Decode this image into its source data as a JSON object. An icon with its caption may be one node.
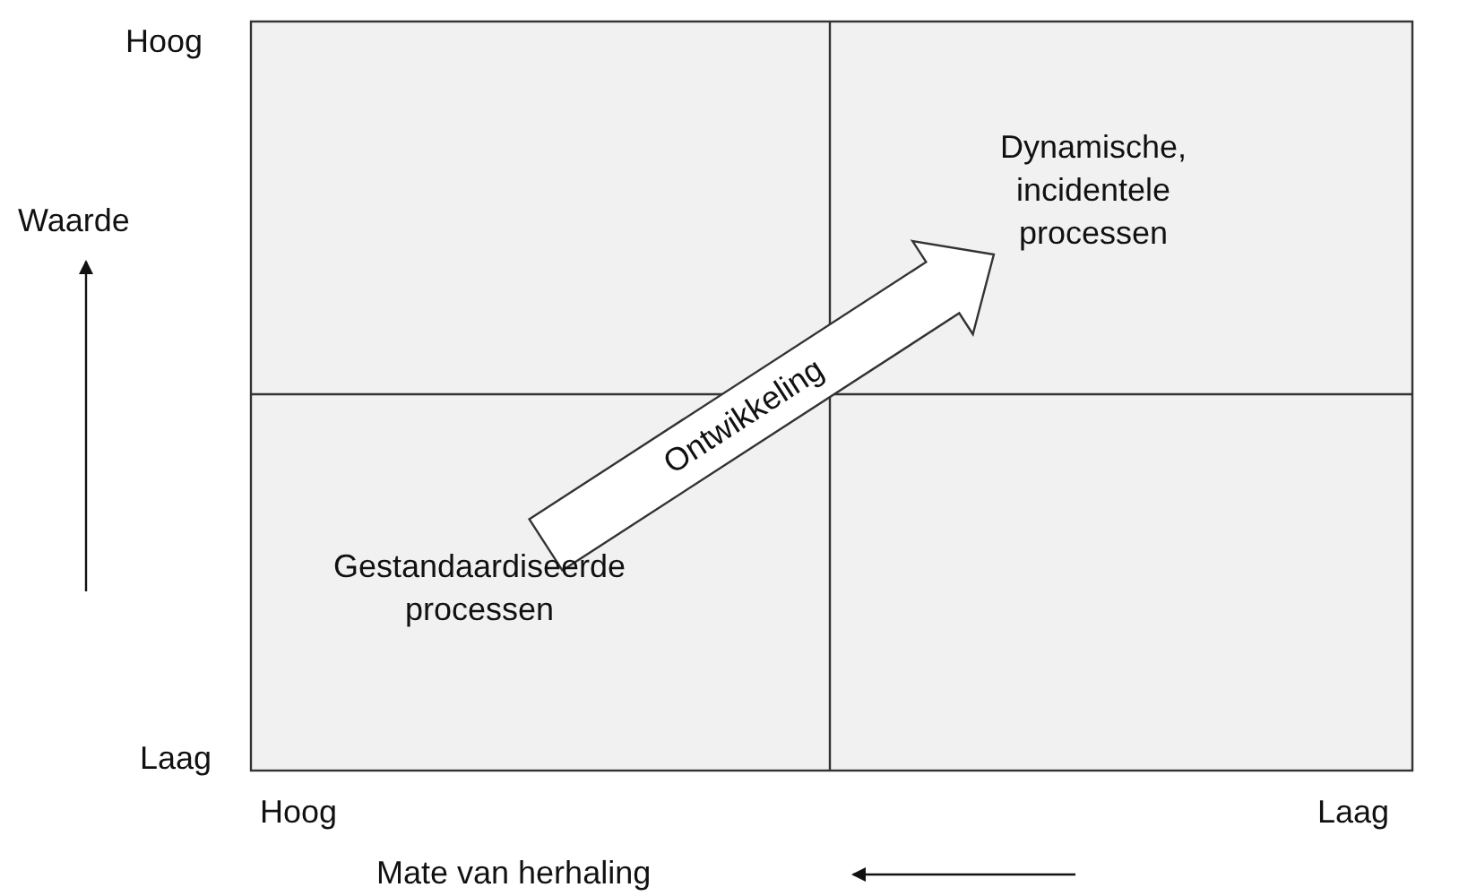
{
  "diagram": {
    "nodes": [
      {
        "text": [
          "Dynamische, incidentele processen"
        ]
      },
      {
        "text": [
          "Gestandaardiseerde processen"
        ]
      }
    ],
    "edges": [
      {
        "from": 1,
        "to": 0,
        "arrow": "to",
        "label": "Ontwikkeling"
      }
    ],
    "labels": [
      "Hoog",
      "Waarde",
      "Laag",
      "Hoog",
      "Laag",
      "Mate van herhaling"
    ]
  }
}
